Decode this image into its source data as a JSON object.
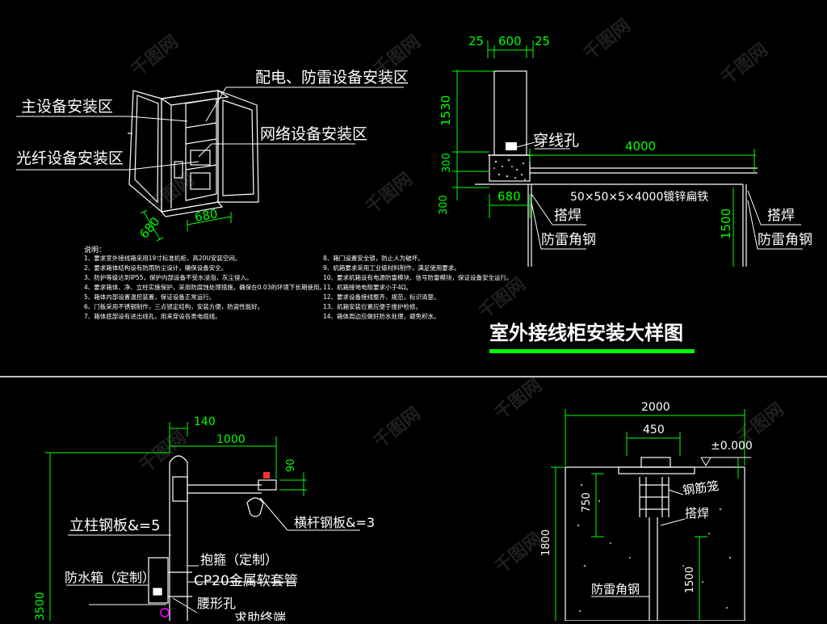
{
  "colors": {
    "background": "#000000",
    "line": "#ffffff",
    "dimension": "#00ff00",
    "cyan": "#00ffff",
    "magenta": "#ff00ff",
    "red": "#ff3030"
  },
  "top_left": {
    "label_power": "配电、防雷设备安装区",
    "label_main": "主设备安装区",
    "label_fiber": "光纤设备安装区",
    "label_network": "网络设备安装区",
    "dim_depth": "680",
    "dim_width": "680"
  },
  "notes_left": {
    "header": "说明：",
    "items": [
      "1、要求室外接线箱采用19寸标准机柜，高20U安装空间。",
      "2、要求箱体结构设有防雨防尘设计，确保设备安全。",
      "3、防护等级达到IP55，保护内部设备不受水浸泡，灰尘侵入。",
      "4、要求箱体、净、立柱实施保护，采用防腐蚀处理措施，确保在0.03的环境下长期使用。",
      "5、箱体内部设置温控装置，保证设备正常运行。",
      "6、门板采用不锈钢制作，三点锁定结构，安装方便，防盗性能好。",
      "7、箱体底部设有进出线孔，用来穿设各类电缆线。"
    ]
  },
  "notes_right": {
    "items": [
      "8、箱门设置安全锁，防止人为破坏。",
      "9、机箱要求采用工业级材料制作，满足使用要求。",
      "10、要求机箱设有电源防雷模块、信号防雷模块，保证设备安全运行。",
      "11、机箱接地电阻要求小于4Ω。",
      "12、要求设备接线整齐、规范，标识清楚。",
      "13、机箱安装位置应便于维护检修。",
      "14、箱体周边应做好防水处理，避免积水。"
    ]
  },
  "top_right": {
    "dim_top_left": "25",
    "dim_top_mid": "600",
    "dim_top_right": "25",
    "dim_1530": "1530",
    "dim_300a": "300",
    "dim_300b": "300",
    "label_hole": "穿线孔",
    "dim_4000": "4000",
    "dim_680": "680",
    "label_flat_steel": "50×50×5×4000镀锌扁铁",
    "label_weld_left": "搭焊",
    "label_angle_left": "防雷角钢",
    "dim_1500": "1500",
    "label_weld_right": "搭焊",
    "label_angle_right": "防雷角钢",
    "title": "室外接线柜安装大样图"
  },
  "bottom_left": {
    "dim_140": "140",
    "dim_1000": "1000",
    "dim_90": "90",
    "label_column_plate": "立柱钢板&=5",
    "label_arm_plate": "横杆钢板&=3",
    "label_hoop": "抱箍（定制）",
    "label_box": "防水箱（定制）",
    "label_conduit": "CP20金属软套管",
    "label_slot": "腰形孔",
    "label_bottom": "求助终端",
    "dim_3500": "3500"
  },
  "bottom_right": {
    "dim_2000": "2000",
    "dim_450": "450",
    "level": "±0.000",
    "dim_750": "750",
    "dim_1800": "1800",
    "dim_1500": "1500",
    "label_cage": "钢筋笼",
    "label_weld": "搭焊",
    "label_angle": "防雷角钢"
  }
}
